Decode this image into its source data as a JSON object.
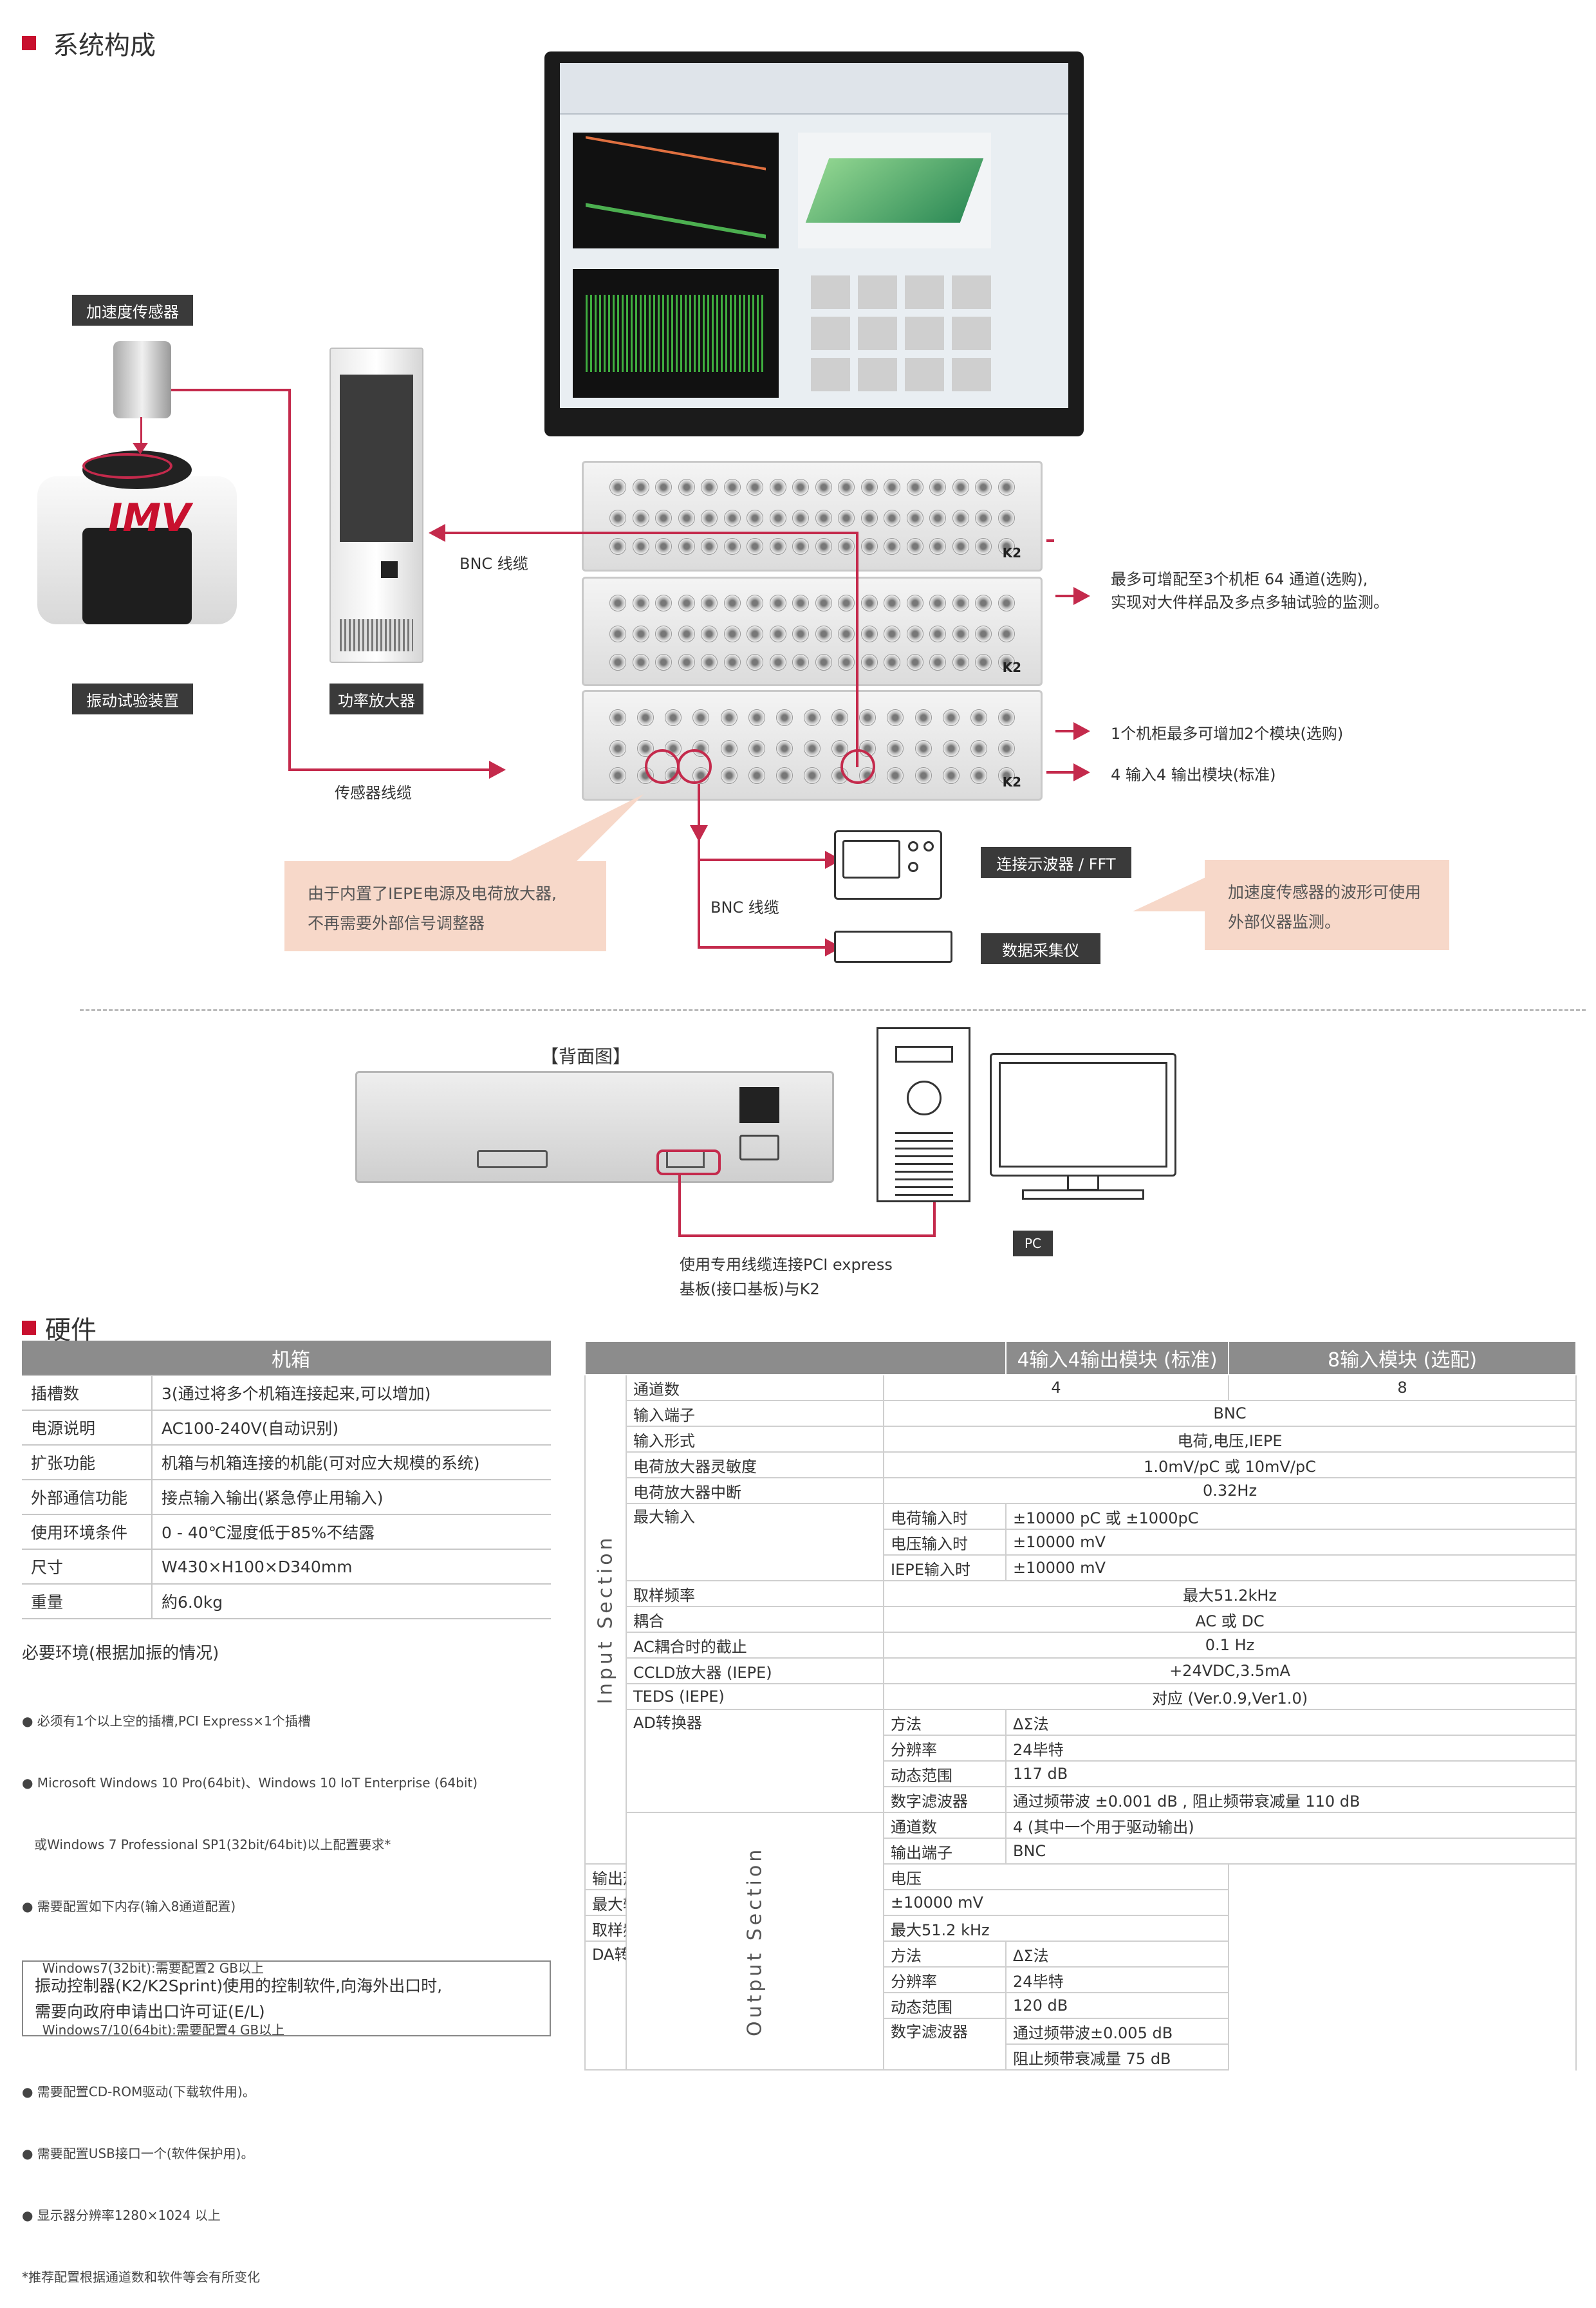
{
  "system": {
    "title": "系统构成",
    "labels": {
      "accel_sensor": "加速度传感器",
      "shaker": "振动试验装置",
      "amplifier": "功率放大器",
      "bnc_cable": "BNC 线缆",
      "sensor_cable": "传感器线缆",
      "bnc_cable2": "BNC 线缆",
      "oscilloscope": "连接示波器 / FFT",
      "daq": "数据采集仪",
      "pc": "PC"
    },
    "rack_label": "K2",
    "notes": {
      "chassis_line1": "最多可增配至3个机柜 64 通道(选购),",
      "chassis_line2": "实现对大件样品及多点多轴试验的监测。",
      "modules": "1个机柜最多可增加2个模块(选购)",
      "io": "4 输入4 输出模块(标准)"
    },
    "callout_left": [
      "由于内置了IEPE电源及电荷放大器,",
      "不再需要外部信号调整器"
    ],
    "callout_right": [
      "加速度传感器的波形可使用",
      "外部仪器监测。"
    ],
    "rear_title": "【背面图】",
    "rear_note": [
      "使用专用线缆连接PCI express",
      "基板(接口基板)与K2"
    ]
  },
  "hardware": {
    "title": "硬件",
    "chassis_header": "机箱",
    "chassis_rows": [
      {
        "k": "插槽数",
        "v": "3(通过将多个机箱连接起来,可以增加)"
      },
      {
        "k": "电源说明",
        "v": "AC100-240V(自动识别)"
      },
      {
        "k": "扩张功能",
        "v": "机箱与机箱连接的机能(可对应大规模的系统)"
      },
      {
        "k": "外部通信功能",
        "v": "接点输入输出(紧急停止用输入)"
      },
      {
        "k": "使用环境条件",
        "v": "0 - 40℃湿度低于85%不结露"
      },
      {
        "k": "尺寸",
        "v": "W430×H100×D340mm"
      },
      {
        "k": "重量",
        "v": "約6.0kg"
      }
    ],
    "env_title": "必要环境(根据加振的情况)",
    "env_items": [
      "● 必须有1个以上空的插槽,PCI Express×1个插槽",
      "● Microsoft Windows 10 Pro(64bit)、Windows 10 IoT Enterprise (64bit)",
      "   或Windows 7 Professional SP1(32bit/64bit)以上配置要求*",
      "● 需要配置如下内存(输入8通道配置)",
      "     Windows7(32bit):需要配置2 GB以上",
      "     Windows7/10(64bit):需要配置4 GB以上",
      "● 需要配置CD-ROM驱动(下载软件用)。",
      "● 需要配置USB接口一个(软件保护用)。",
      "● 显示器分辨率1280×1024 以上",
      "*推荐配置根据通道数和软件等会有所变化"
    ],
    "export_note": [
      "振动控制器(K2/K2Sprint)使用的控制软件,向海外出口时,",
      "需要向政府申请出口许可证(E/L)"
    ],
    "spec_headers": [
      "4输入4输出模块 (标准)",
      "8输入模块 (选配)"
    ],
    "input_section": "Input Section",
    "output_section": "Output Section",
    "in": {
      "ch": [
        "通道数",
        "4",
        "8"
      ],
      "terminal": [
        "输入端子",
        "BNC"
      ],
      "form": [
        "输入形式",
        "电荷,电压,IEPE"
      ],
      "sens": [
        "电荷放大器灵敏度",
        "1.0mV/pC 或 10mV/pC"
      ],
      "hpf": [
        "电荷放大器中断",
        "0.32Hz"
      ],
      "max": [
        "最大输入",
        "电荷输入时",
        "±10000 pC 或 ±1000pC",
        "电压输入时",
        "±10000 mV",
        "IEPE输入时",
        "±10000 mV"
      ],
      "fs": [
        "取样频率",
        "最大51.2kHz"
      ],
      "coup": [
        "耦合",
        "AC 或 DC"
      ],
      "accut": [
        "AC耦合时的截止",
        "0.1 Hz"
      ],
      "ccld": [
        "CCLD放大器 (IEPE)",
        "+24VDC,3.5mA"
      ],
      "teds": [
        "TEDS (IEPE)",
        "对应 (Ver.0.9,Ver1.0)"
      ],
      "ad": [
        "AD转换器",
        "方法",
        "ΔΣ法",
        "分辨率",
        "24毕特",
        "动态范围",
        "117 dB",
        "数字滤波器",
        "通过频带波 ±0.001 dB , 阻止频带衰减量 110 dB"
      ]
    },
    "out": {
      "ch": [
        "通道数",
        "4 (其中一个用于驱动输出)"
      ],
      "terminal": [
        "输出端子",
        "BNC"
      ],
      "form": [
        "输出形式",
        "电压"
      ],
      "max": [
        "最大输出",
        "±10000 mV"
      ],
      "fs": [
        "取样频率",
        "最大51.2 kHz"
      ],
      "da": [
        "DA转换器",
        "方法",
        "ΔΣ法",
        "分辨率",
        "24毕特",
        "动态范围",
        "120 dB",
        "数字滤波器",
        "通过频带波±0.005 dB",
        "阻止频带衰减量 75 dB"
      ],
      "dash": "——"
    }
  },
  "colors": {
    "accent": "#c8102e",
    "line": "#c42a4c",
    "callout": "#f7d8c9",
    "header": "#8c8c8c"
  }
}
